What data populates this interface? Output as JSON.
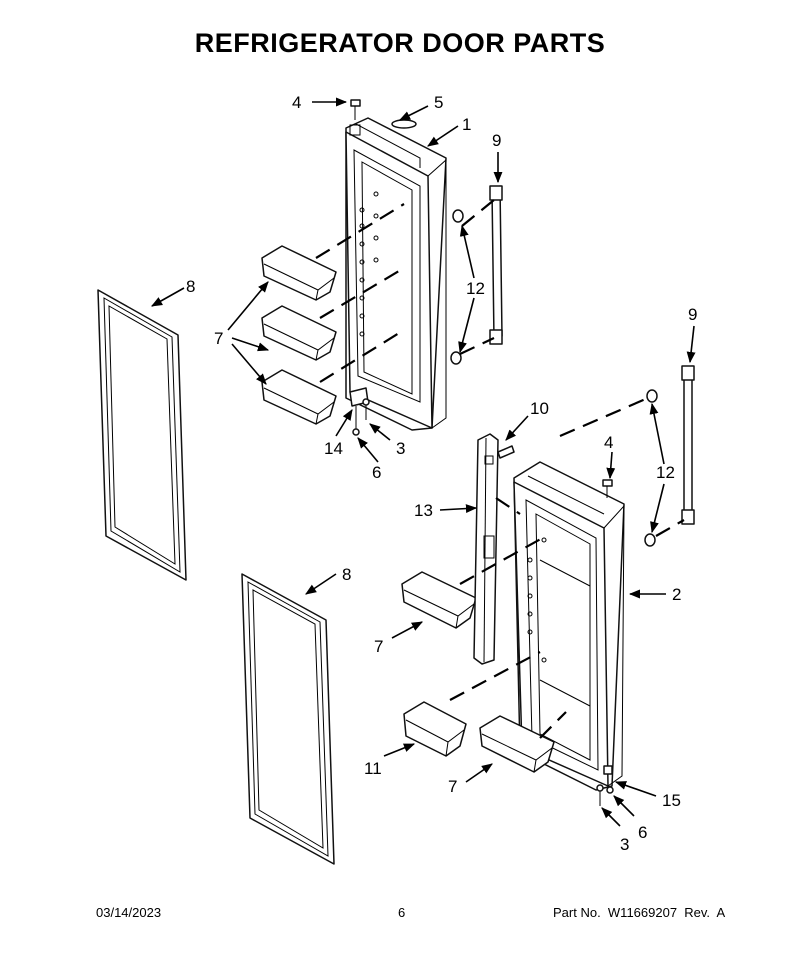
{
  "title": "REFRIGERATOR DOOR PARTS",
  "footer": {
    "date": "03/14/2023",
    "page": "6",
    "part_no": "Part No.  W11669207  Rev.  A"
  },
  "callouts": {
    "c1": "1",
    "c2": "2",
    "c3a": "3",
    "c3b": "3",
    "c4a": "4",
    "c4b": "4",
    "c5": "5",
    "c6a": "6",
    "c6b": "6",
    "c7a": "7",
    "c7b": "7",
    "c7c": "7",
    "c8a": "8",
    "c8b": "8",
    "c9a": "9",
    "c9b": "9",
    "c10": "10",
    "c11": "11",
    "c12a": "12",
    "c12b": "12",
    "c13": "13",
    "c14": "14",
    "c15": "15"
  }
}
